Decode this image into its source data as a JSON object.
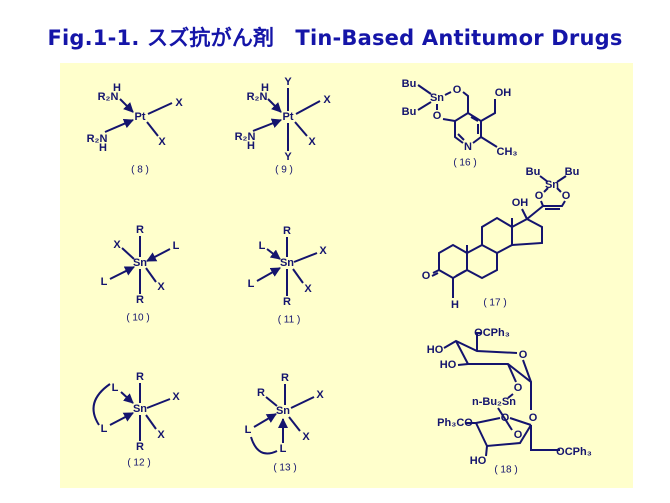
{
  "title": "Fig.1-1. スズ抗がん剤　Tin-Based Antitumor Drugs",
  "colors": {
    "title": "#1515a8",
    "panel": "#ffffcc",
    "ink": "#14146e"
  },
  "compounds": {
    "c8": {
      "caption": "( 8 )",
      "atoms": [
        "H",
        "R₂N",
        "Pt",
        "X",
        "X",
        "R₂N",
        "H"
      ]
    },
    "c9": {
      "caption": "( 9 )",
      "atoms": [
        "H",
        "R₂N",
        "Y",
        "Pt",
        "X",
        "X",
        "R₂N",
        "H",
        "Y"
      ]
    },
    "c16": {
      "caption": "( 16 )",
      "atoms": [
        "Bu",
        "Sn",
        "O",
        "Bu",
        "O",
        "OH",
        "N",
        "CH₃"
      ]
    },
    "c17": {
      "caption": "( 17 )",
      "atoms": [
        "Bu",
        "Bu",
        "Sn",
        "O",
        "O",
        "OH",
        "O",
        "H"
      ]
    },
    "c10": {
      "caption": "( 10 )",
      "atoms": [
        "R",
        "X",
        "L",
        "Sn",
        "L",
        "X",
        "R"
      ]
    },
    "c11": {
      "caption": "( 11 )",
      "atoms": [
        "R",
        "L",
        "X",
        "Sn",
        "L",
        "X",
        "R"
      ]
    },
    "c12": {
      "caption": "( 12 )",
      "atoms": [
        "R",
        "L",
        "X",
        "Sn",
        "L",
        "X",
        "R"
      ]
    },
    "c13": {
      "caption": "( 13 )",
      "atoms": [
        "R",
        "R",
        "X",
        "Sn",
        "L",
        "X",
        "L"
      ]
    },
    "c18": {
      "caption": "( 18 )",
      "atoms": [
        "OCPh₃",
        "HO",
        "HO",
        "O",
        "O",
        "n-Bu₂Sn",
        "O",
        "Ph₃CO",
        "O",
        "O",
        "OCPh₃",
        "HO"
      ]
    }
  }
}
